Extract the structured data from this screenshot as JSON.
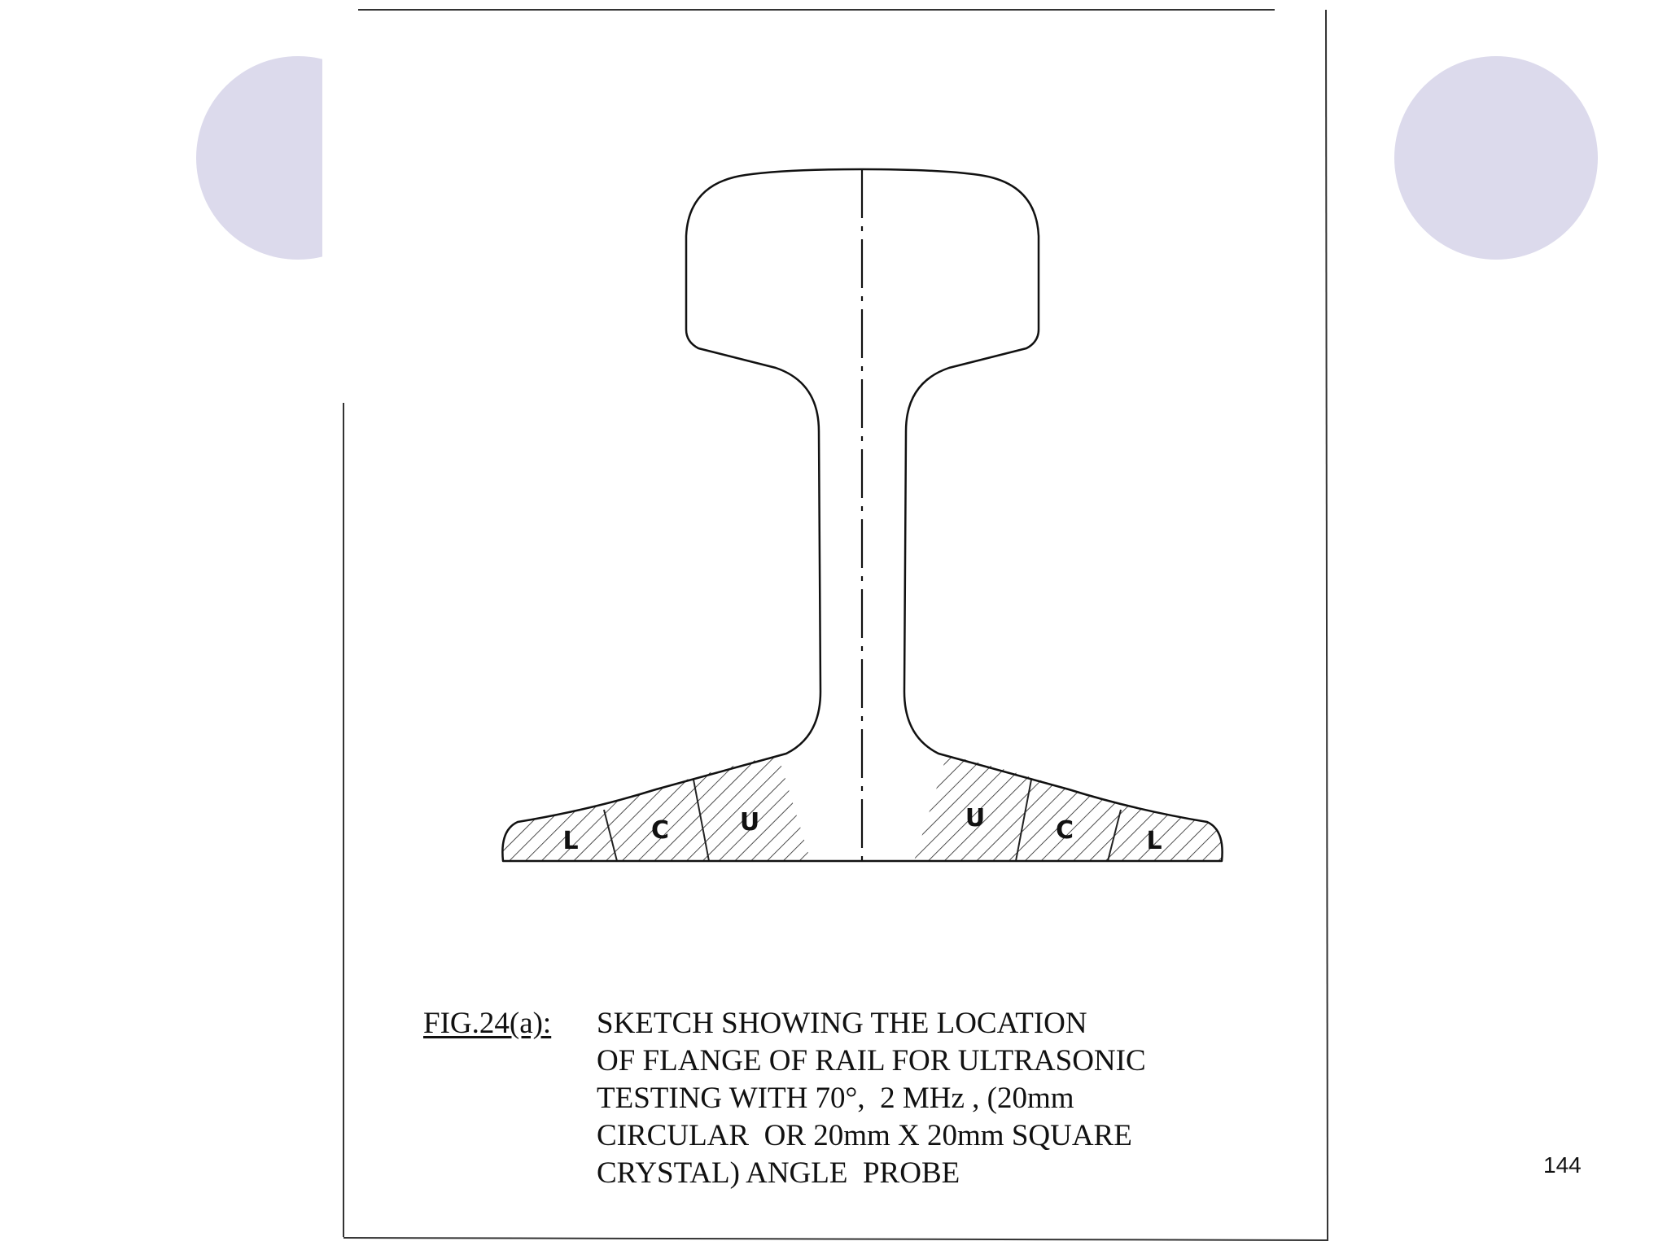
{
  "slide": {
    "page_number": "144",
    "accent_color": "#dcdaec"
  },
  "figure": {
    "caption_label": "FIG.24(a):",
    "caption_lines": [
      "SKETCH SHOWING THE LOCATION",
      "OF FLANGE OF RAIL FOR ULTRASONIC",
      "TESTING WITH 70°,  2 MHz , (20mm",
      "CIRCULAR  OR 20mm X 20mm SQUARE",
      "CRYSTAL) ANGLE  PROBE"
    ],
    "zones_left": [
      "L",
      "C",
      "U"
    ],
    "zones_right": [
      "U",
      "C",
      "L"
    ]
  }
}
